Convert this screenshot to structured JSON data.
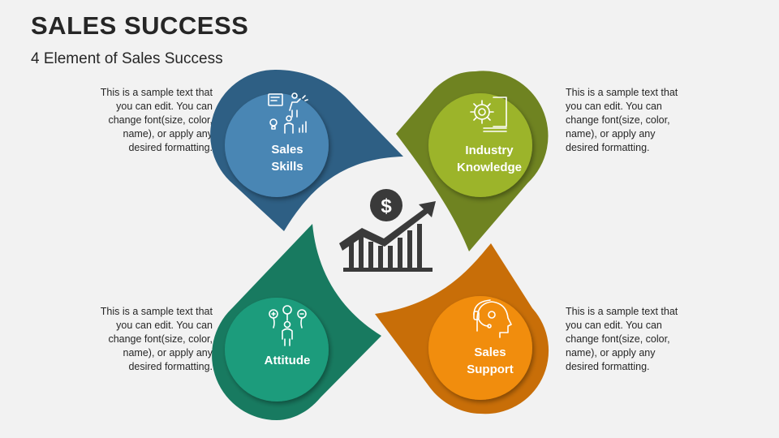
{
  "header": {
    "title": "SALES SUCCESS",
    "subtitle": "4 Element of Sales Success"
  },
  "elements": [
    {
      "label_line1": "Sales",
      "label_line2": "Skills",
      "icon": "skills-presentation-icon",
      "color_light": "#4a86b4",
      "color_dark": "#2e5f84",
      "description": "This is a sample text that you can edit. You can change font(size, color, name), or apply any desired formatting."
    },
    {
      "label_line1": "Industry",
      "label_line2": "Knowledge",
      "icon": "gear-book-icon",
      "color_light": "#9cb42c",
      "color_dark": "#6f8321",
      "description": "This is a sample text that you can edit. You can change font(size, color, name), or apply any desired formatting."
    },
    {
      "label_line1": "Attitude",
      "label_line2": "",
      "icon": "person-balloons-icon",
      "color_light": "#1e9c7c",
      "color_dark": "#187a60",
      "description": "This is a sample text that you can edit. You can change font(size, color, name), or apply any desired formatting."
    },
    {
      "label_line1": "Sales",
      "label_line2": "Support",
      "icon": "headset-support-icon",
      "color_light": "#f18d0c",
      "color_dark": "#c86e08",
      "description": "This is a sample text that you can edit. You can change font(size, color, name), or apply any desired formatting."
    }
  ],
  "center_icon": "dollar-growth-chart-icon",
  "center_icon_color": "#3a3a3a"
}
